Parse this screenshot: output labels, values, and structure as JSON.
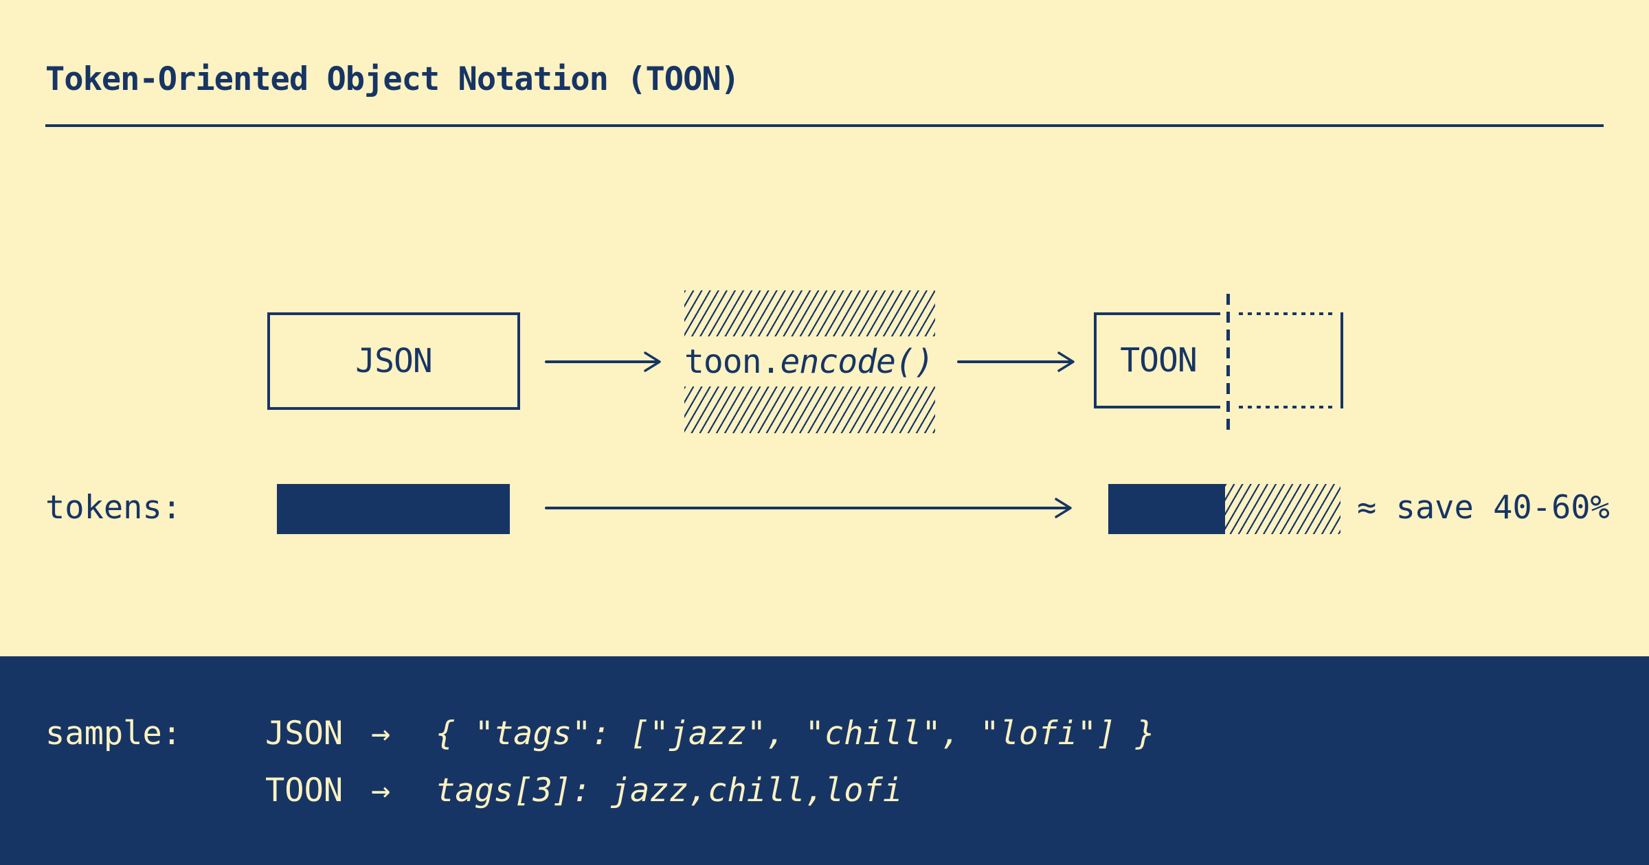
{
  "title": "Token-Oriented Object Notation (TOON)",
  "colors": {
    "background": "#FCF2C2",
    "ink": "#173564",
    "panel_background": "#173564",
    "panel_text": "#FCF2C2"
  },
  "flow": {
    "input_label": "JSON",
    "transform_prefix": "toon.",
    "transform_call": "encode()",
    "output_label": "TOON"
  },
  "tokens_row": {
    "label": "tokens:",
    "savings_note": "≈ save 40-60%"
  },
  "sample": {
    "label": "sample:",
    "rows": [
      {
        "format": "JSON",
        "arrow": "→",
        "code": "{ \"tags\": [\"jazz\", \"chill\", \"lofi\"] }"
      },
      {
        "format": "TOON",
        "arrow": "→",
        "code": "tags[3]: jazz,chill,lofi"
      }
    ]
  }
}
